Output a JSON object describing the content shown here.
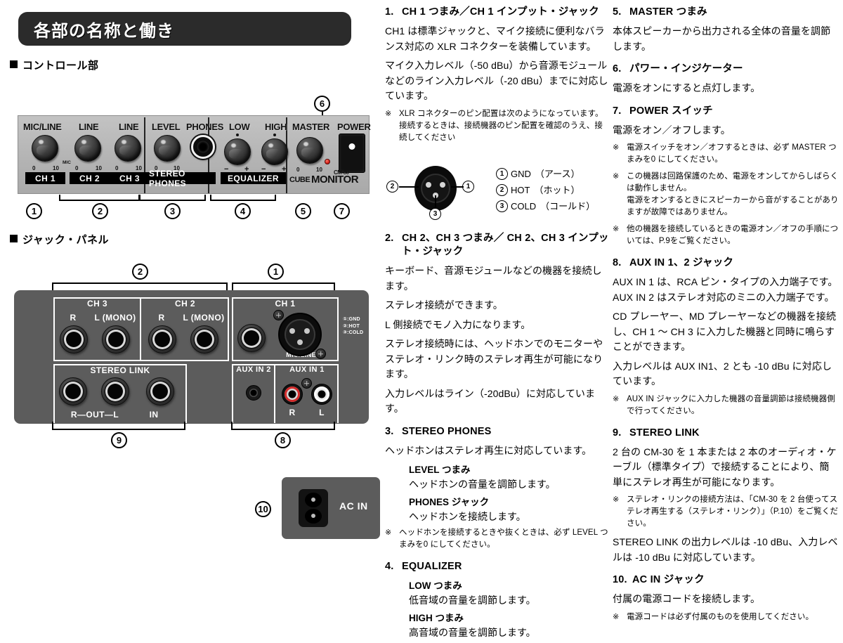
{
  "banner": {
    "title": "各部の名称と働き"
  },
  "sections": {
    "control": "コントロール部",
    "jack": "ジャック・パネル"
  },
  "control_panel": {
    "knobs": [
      {
        "label": "MIC/LINE",
        "tag": "CH 1",
        "scale_min": "0",
        "scale_max": "10",
        "mic_mark": "MIC"
      },
      {
        "label": "LINE",
        "tag": "CH 2",
        "scale_min": "0",
        "scale_max": "10"
      },
      {
        "label": "LINE",
        "tag": "CH 3",
        "scale_min": "0",
        "scale_max": "10"
      },
      {
        "label": "LEVEL",
        "tag": "STEREO PHONES",
        "scale_min": "0",
        "scale_max": "10"
      },
      {
        "label": "PHONES"
      },
      {
        "label": "LOW",
        "tag": "EQUALIZER",
        "scale_min": "−",
        "scale_max": "+"
      },
      {
        "label": "HIGH",
        "scale_min": "−",
        "scale_max": "+"
      },
      {
        "label": "MASTER",
        "scale_min": "0",
        "scale_max": "10"
      },
      {
        "label": "POWER"
      }
    ],
    "tags": {
      "ch1": "CH 1",
      "ch2": "CH 2",
      "ch3": "CH 3",
      "stereo_phones": "STEREO PHONES",
      "equalizer": "EQUALIZER"
    },
    "brand_model": "CM-30",
    "brand_cube": "CUBE",
    "brand_monitor": "MONITOR",
    "callouts": [
      "1",
      "2",
      "3",
      "4",
      "5",
      "6",
      "7"
    ]
  },
  "jack_panel": {
    "ch3": {
      "title": "CH 3",
      "r": "R",
      "l": "L (MONO)"
    },
    "ch2": {
      "title": "CH 2",
      "r": "R",
      "l": "L (MONO)"
    },
    "ch1": {
      "title": "CH 1",
      "mic_line": "MIC/LINE"
    },
    "stereo_link": {
      "title": "STEREO LINK",
      "out": "R—OUT—L",
      "in": "IN"
    },
    "aux_in_2": {
      "title": "AUX IN 2"
    },
    "aux_in_1": {
      "title": "AUX IN 1",
      "r": "R",
      "l": "L"
    },
    "pin_note": [
      "①:GND",
      "②:HOT",
      "③:COLD"
    ],
    "callouts": [
      "1",
      "2",
      "8",
      "9"
    ]
  },
  "ac_panel": {
    "label": "AC IN",
    "callout": "10"
  },
  "xlr_diagram": {
    "pins": [
      "1",
      "2",
      "3"
    ],
    "legend": [
      {
        "num": "1",
        "name": "GND",
        "kana": "（アース）"
      },
      {
        "num": "2",
        "name": "HOT",
        "kana": "（ホット）"
      },
      {
        "num": "3",
        "name": "COLD",
        "kana": "（コールド）"
      }
    ]
  },
  "middle_column": {
    "item1": {
      "num": "1.",
      "title": "CH 1 つまみ／CH 1 インプット・ジャック",
      "p1": "CH1 は標準ジャックと、マイク接続に便利なバランス対応の XLR コネクターを装備しています。",
      "p2": "マイク入力レベル（-50 dBu）から音源モジュールなどのライン入力レベル（-20 dBu）までに対応しています。",
      "note1_mark": "※",
      "note1": "XLR コネクターのピン配置は次のようになっています。接続するときは、接続機器のピン配置を確認のうえ、接続してください"
    },
    "item2": {
      "num": "2.",
      "title": "CH 2、CH 3 つまみ／ CH 2、CH 3 インプット・ジャック",
      "p1": "キーボード、音源モジュールなどの機器を接続します。",
      "p2": "ステレオ接続ができます。",
      "p3": "L 側接続でモノ入力になります。",
      "p4": "ステレオ接続時には、ヘッドホンでのモニターやステレオ・リンク時のステレオ再生が可能になります。",
      "p5": "入力レベルはライン（-20dBu）に対応しています。"
    },
    "item3": {
      "num": "3.",
      "title": "STEREO PHONES",
      "p1": "ヘッドホンはステレオ再生に対応しています。",
      "sub1_title": "LEVEL つまみ",
      "sub1_desc": "ヘッドホンの音量を調節します。",
      "sub2_title": "PHONES ジャック",
      "sub2_desc": "ヘッドホンを接続します。",
      "note1_mark": "※",
      "note1": "ヘッドホンを接続するときや抜くときは、必ず LEVEL つまみを0 にしてください。"
    },
    "item4": {
      "num": "4.",
      "title": "EQUALIZER",
      "sub1_title": "LOW つまみ",
      "sub1_desc": "低音域の音量を調節します。",
      "sub2_title": "HIGH つまみ",
      "sub2_desc": "高音域の音量を調節します。"
    }
  },
  "right_column": {
    "item5": {
      "num": "5.",
      "title": "MASTER つまみ",
      "p1": "本体スピーカーから出力される全体の音量を調節します。"
    },
    "item6": {
      "num": "6.",
      "title": "パワー・インジケーター",
      "p1": "電源をオンにすると点灯します。"
    },
    "item7": {
      "num": "7.",
      "title": "POWER スイッチ",
      "p1": "電源をオン／オフします。",
      "note1_mark": "※",
      "note1": "電源スイッチをオン／オフするときは、必ず MASTER つまみを0 にしてください。",
      "note2_mark": "※",
      "note2a": "この機器は回路保護のため、電源をオンしてからしばらくは動作しません。",
      "note2b": "電源をオンするときにスピーカーから音がすることがありますが故障ではありません。",
      "note3_mark": "※",
      "note3": "他の機器を接続しているときの電源オン／オフの手順については、P.9をご覧ください。"
    },
    "item8": {
      "num": "8.",
      "title": "AUX IN 1、2 ジャック",
      "p1": "AUX IN 1 は、RCA ピン・タイプの入力端子です。AUX IN 2 はステレオ対応のミニの入力端子です。",
      "p2": "CD プレーヤー、MD プレーヤーなどの機器を接続し、CH 1 〜 CH 3 に入力した機器と同時に鳴らすことができます。",
      "p3": "入力レベルは AUX IN1、2 とも -10 dBu に対応しています。",
      "note1_mark": "※",
      "note1": "AUX IN ジャックに入力した機器の音量調節は接続機器側で行ってください。"
    },
    "item9": {
      "num": "9.",
      "title": "STEREO LINK",
      "p1": "2 台の CM-30 を 1 本または 2 本のオーディオ・ケーブル（標準タイプ）で接続することにより、簡単にステレオ再生が可能になります。",
      "note1_mark": "※",
      "note1": "ステレオ・リンクの接続方法は、「CM-30 を 2 台使ってステレオ再生する（ステレオ・リンク）」（P.10）をご覧ください。",
      "p2": "STEREO LINK の出力レベルは -10 dBu、入力レベルは -10 dBu に対応しています。"
    },
    "item10": {
      "num": "10.",
      "title": "AC IN ジャック",
      "p1": "付属の電源コードを接続します。",
      "note1_mark": "※",
      "note1": "電源コードは必ず付属のものを使用してください。"
    }
  }
}
